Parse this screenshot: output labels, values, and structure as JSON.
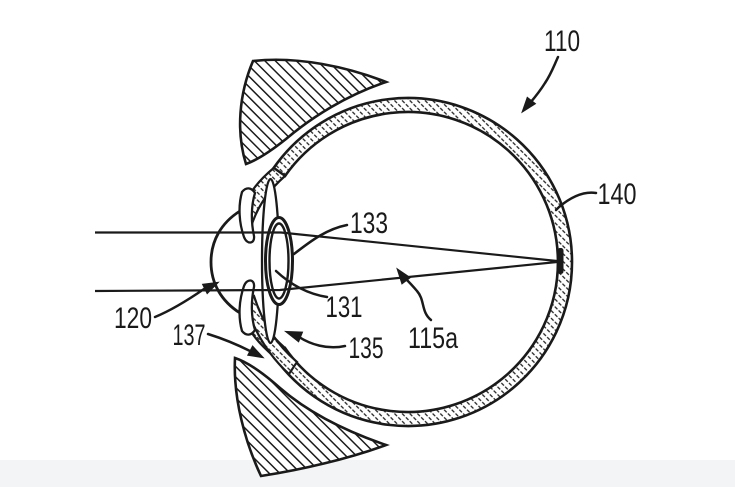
{
  "figure": {
    "background_color": "#ffffff",
    "footer_band_color": "#f3f4f5",
    "ink_color": "#1a1a1a",
    "callouts": {
      "c110": "110",
      "c140": "140",
      "c133": "133",
      "c131": "131",
      "c135": "135",
      "c115a": "115a",
      "c120": "120",
      "c137": "137"
    }
  }
}
